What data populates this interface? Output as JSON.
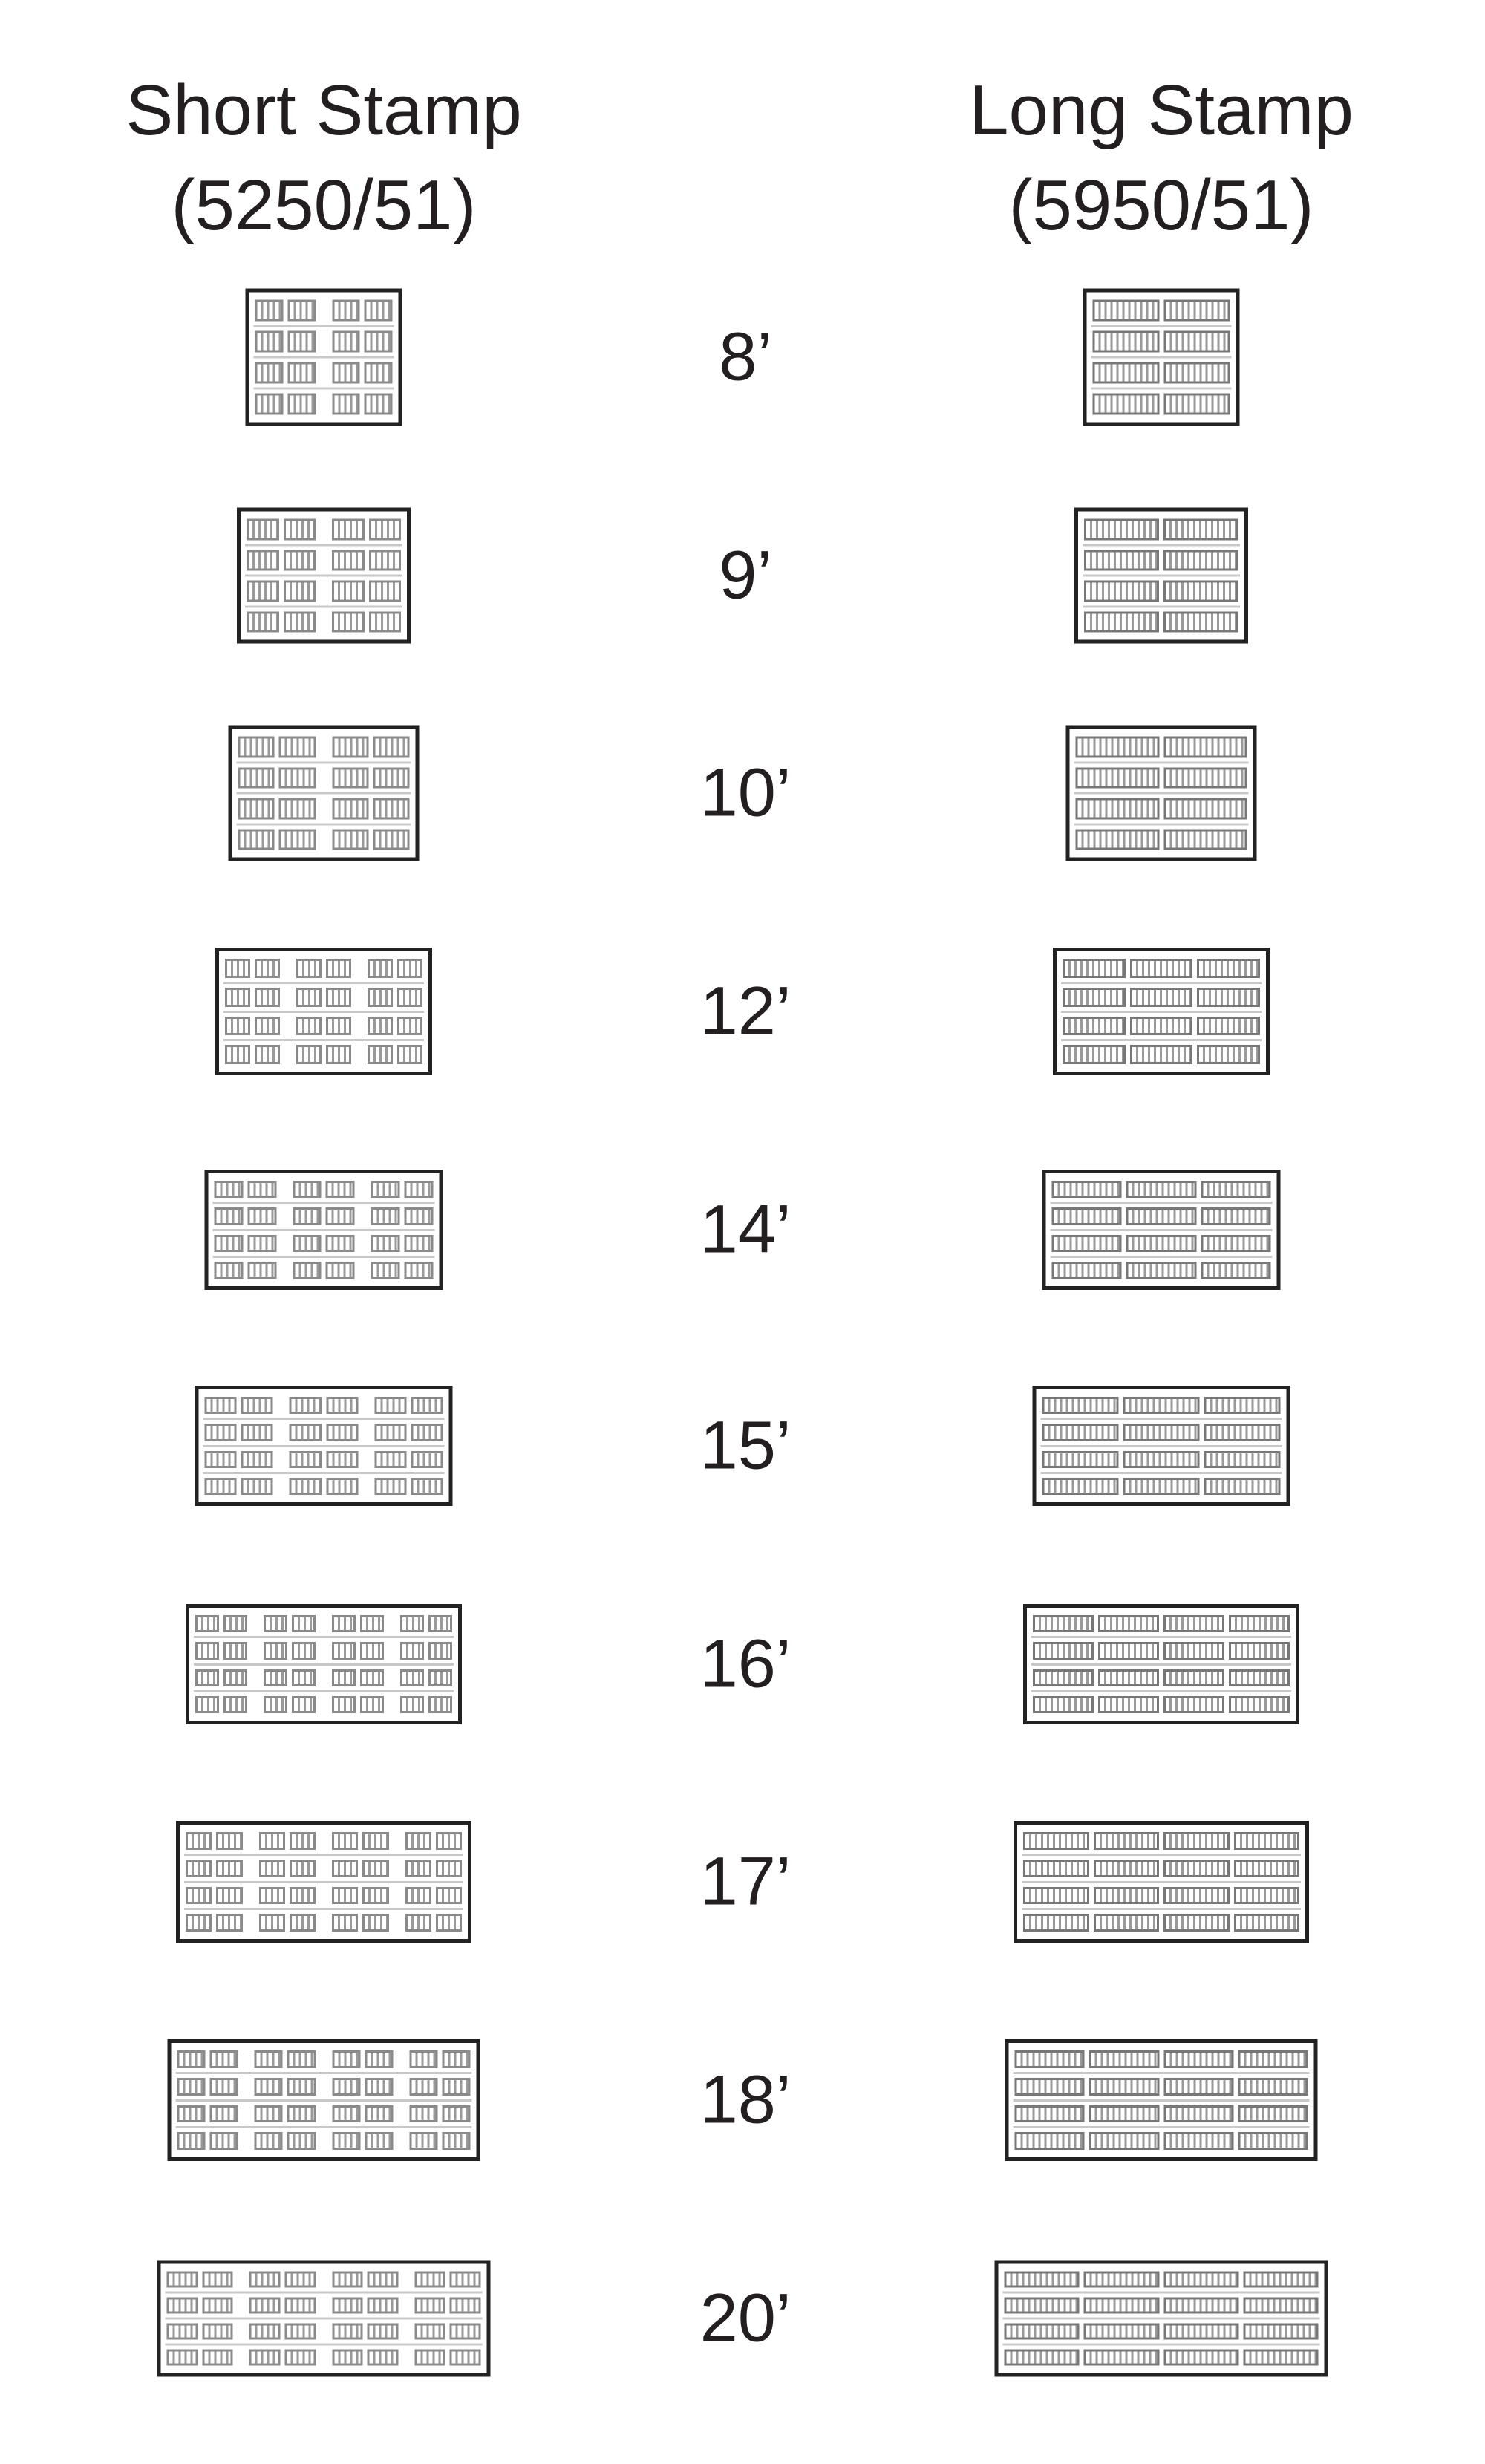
{
  "headers": {
    "short": {
      "title": "Short Stamp",
      "model": "(5250/51)"
    },
    "long": {
      "title": "Long Stamp",
      "model": "(5950/51)"
    }
  },
  "rows": [
    {
      "size": "8’",
      "short_panels": 4,
      "long_panels": 2
    },
    {
      "size": "9’",
      "short_panels": 4,
      "long_panels": 2
    },
    {
      "size": "10’",
      "short_panels": 4,
      "long_panels": 2
    },
    {
      "size": "12’",
      "short_panels": 6,
      "long_panels": 3
    },
    {
      "size": "14’",
      "short_panels": 6,
      "long_panels": 3
    },
    {
      "size": "15’",
      "short_panels": 6,
      "long_panels": 3
    },
    {
      "size": "16’",
      "short_panels": 8,
      "long_panels": 4
    },
    {
      "size": "17’",
      "short_panels": 8,
      "long_panels": 4
    },
    {
      "size": "18’",
      "short_panels": 8,
      "long_panels": 4
    },
    {
      "size": "20’",
      "short_panels": 8,
      "long_panels": 4
    }
  ],
  "sections_per_door": 4
}
